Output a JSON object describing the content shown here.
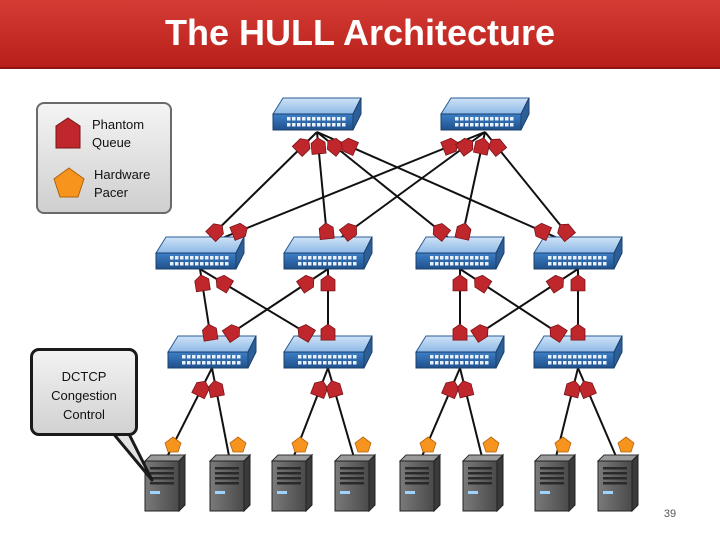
{
  "slide": {
    "title": "The HULL Architecture",
    "page_number": "39"
  },
  "legend": {
    "items": [
      {
        "icon": "phantom-queue-icon",
        "label": "Phantom\nQueue",
        "color": "#c0272d"
      },
      {
        "icon": "hardware-pacer-icon",
        "label": "Hardware\nPacer",
        "color": "#f7941d"
      }
    ]
  },
  "callout": {
    "text": "DCTCP\nCongestion\nControl"
  },
  "colors": {
    "title_bar": "#c8302b",
    "phantom_queue": "#c0272d",
    "hardware_pacer": "#f7941d",
    "switch_body": "#4a90d9",
    "link": "#111111",
    "server": "#5a5a5a"
  },
  "topology": {
    "core_switches": 2,
    "aggregation_switches": 4,
    "edge_switches": 4,
    "servers": 8
  }
}
